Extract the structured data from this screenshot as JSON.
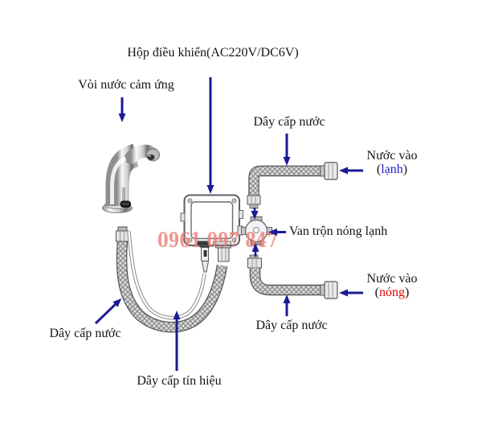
{
  "diagram": {
    "title_control_box": "Hộp điều khiển(AC220V/DC6V)",
    "label_faucet": "Vòi nước cảm ứng",
    "label_supply_hose_top": "Dây cấp nước",
    "label_supply_hose_bottom_right": "Dây cấp nước",
    "label_supply_hose_bottom_left": "Dây cấp nước",
    "label_signal_cable": "Dây cấp tín hiệu",
    "label_mixing_valve": "Van trộn nóng lạnh",
    "cold_inlet": {
      "line1": "Nước vào",
      "open": "(",
      "word": "lạnh",
      "close": ")"
    },
    "hot_inlet": {
      "line1": "Nước vào",
      "open": "(",
      "word": "nóng",
      "close": ")"
    },
    "watermark": "0961 097 847",
    "colors": {
      "arrow": "#1b1b96",
      "cold_text": "#2323cc",
      "hot_text": "#d90606",
      "watermark": "#ee7e74",
      "label_text": "#141414"
    }
  }
}
